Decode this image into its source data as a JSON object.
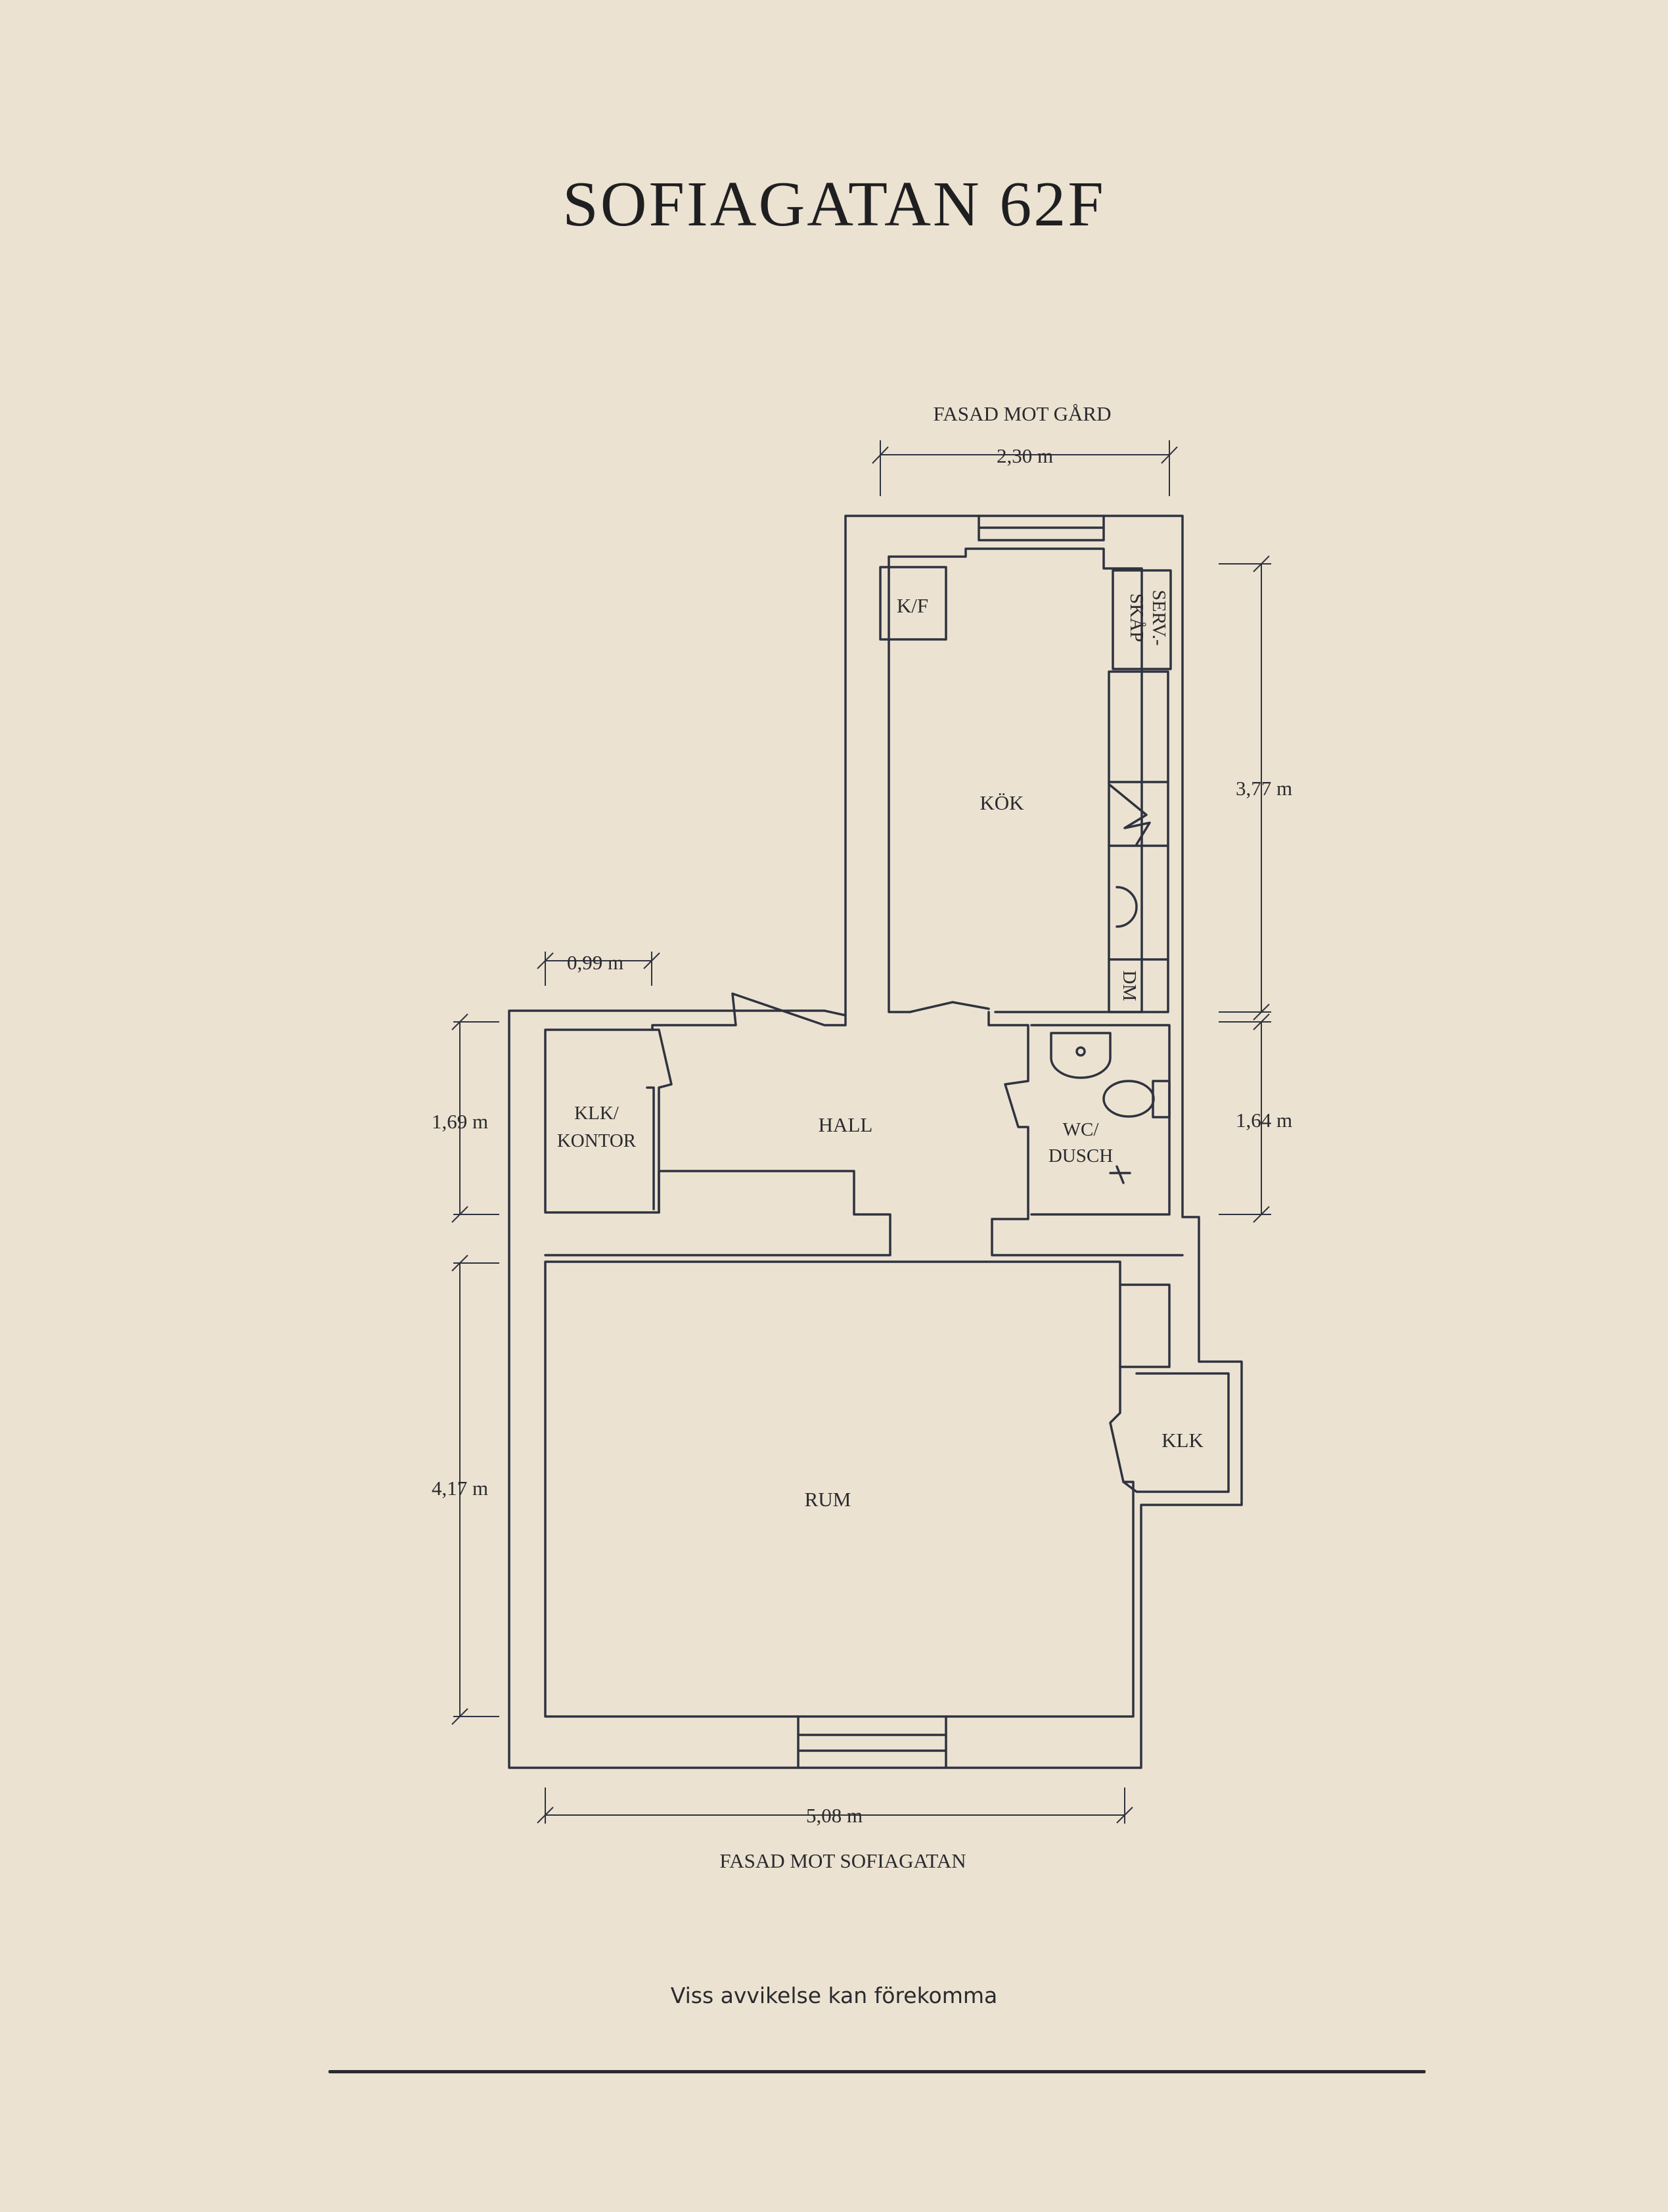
{
  "title": "SOFIAGATAN 62F",
  "facade_top": "FASAD MOT GÅRD",
  "facade_bottom": "FASAD MOT SOFIAGATAN",
  "rooms": {
    "kf": "K/F",
    "serv_1": "SERV.-",
    "serv_2": "SKÅP",
    "kok": "KÖK",
    "dm": "DM",
    "hall": "HALL",
    "klk_kontor_1": "KLK/",
    "klk_kontor_2": "KONTOR",
    "wc_1": "WC/",
    "wc_2": "DUSCH",
    "klk": "KLK",
    "rum": "RUM"
  },
  "dimensions": {
    "top_width": "2,30 m",
    "kok_height": "3,77 m",
    "klk_width": "0,99 m",
    "left_hall_height": "1,69 m",
    "right_wc_height": "1,64 m",
    "rum_height": "4,17 m",
    "bottom_width": "5,08 m"
  },
  "disclaimer": "Viss avvikelse kan förekomma",
  "colors": {
    "background": "#ebe2d1",
    "ink": "#2a2a2e"
  }
}
